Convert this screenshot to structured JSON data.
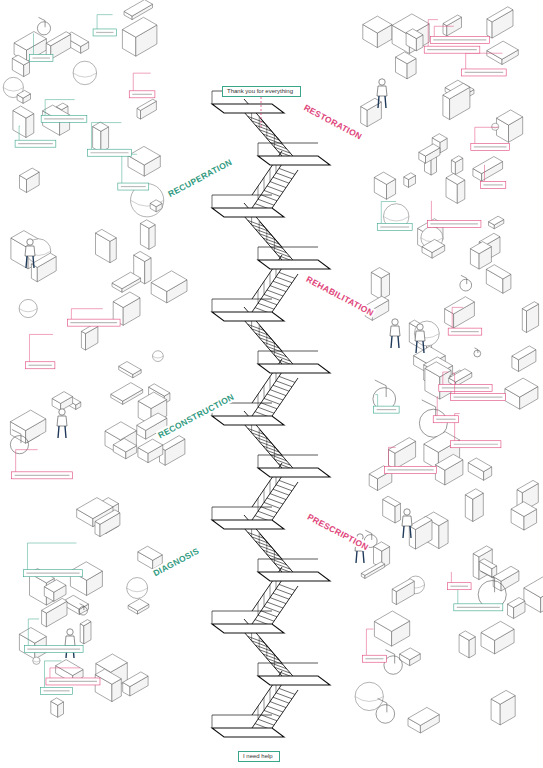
{
  "diagram": {
    "nodes": [
      {
        "text": [
          "Thank you for everything"
        ]
      },
      {
        "text": [
          "I need help"
        ]
      }
    ],
    "labels": [
      "RECUPERATION",
      "RESTORATION",
      "REHABILITATION",
      "RECONSTRUCTION",
      "PRESCRIPTION",
      "DIAGNOSIS"
    ]
  }
}
